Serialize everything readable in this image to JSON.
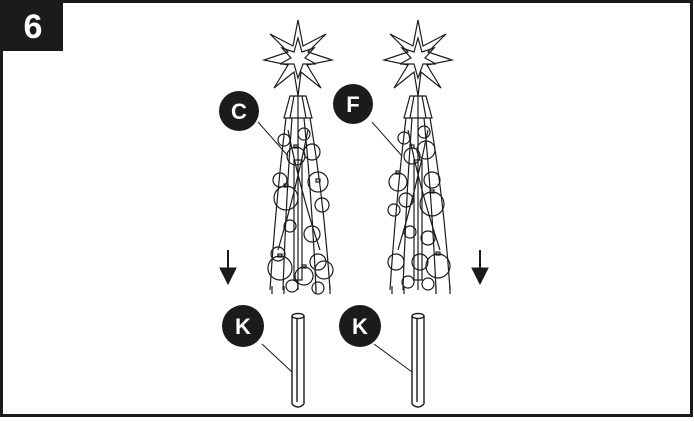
{
  "step": {
    "number": "6"
  },
  "callouts": {
    "c": "C",
    "f": "F",
    "k_left": "K",
    "k_right": "K"
  },
  "icons": [
    "down-arrow-icon",
    "star-topper-icon"
  ],
  "colors": {
    "ink": "#1b1b1b",
    "paper": "#ffffff"
  }
}
